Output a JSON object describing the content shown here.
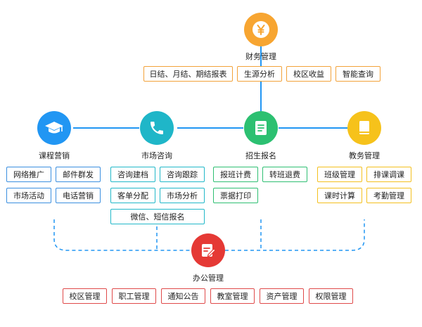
{
  "colors": {
    "finance": "#f7a531",
    "marketing": "#2196f3",
    "consult": "#1fb6c8",
    "enroll": "#2cc071",
    "academic": "#f6c21b",
    "office": "#e53935",
    "line_blue": "#2196f3"
  },
  "finance": {
    "icon": "yen-icon",
    "title": "财务管理",
    "items": [
      "日结、月结、期结报表",
      "生源分析",
      "校区收益",
      "智能查询"
    ]
  },
  "marketing": {
    "icon": "graduation-cap-icon",
    "title": "课程营销",
    "items": [
      "网络推广",
      "邮件群发",
      "市场活动",
      "电话营销"
    ]
  },
  "consult": {
    "icon": "phone-icon",
    "title": "市场咨询",
    "items": [
      "咨询建档",
      "咨询跟踪",
      "客单分配",
      "市场分析",
      "微信、短信报名"
    ]
  },
  "enroll": {
    "icon": "document-icon",
    "title": "招生报名",
    "items": [
      "报班计费",
      "转班退费",
      "票据打印"
    ]
  },
  "academic": {
    "icon": "book-icon",
    "title": "教务管理",
    "items": [
      "班级管理",
      "排课调课",
      "课时计算",
      "考勤管理"
    ]
  },
  "office": {
    "icon": "edit-icon",
    "title": "办公管理",
    "items": [
      "校区管理",
      "职工管理",
      "通知公告",
      "教室管理",
      "资产管理",
      "权限管理"
    ]
  }
}
